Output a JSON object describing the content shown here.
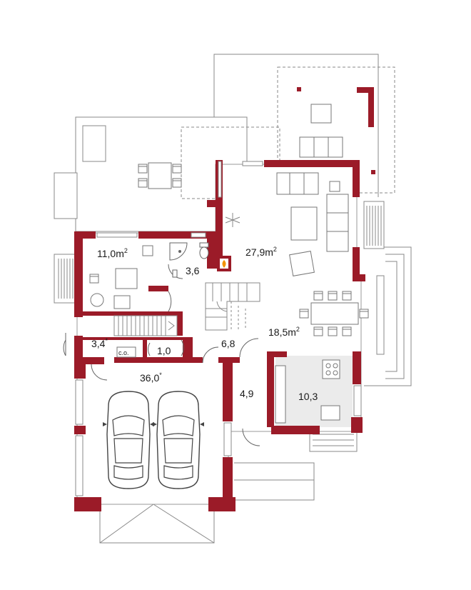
{
  "colors": {
    "wall": "#9b1b28",
    "outline": "#7a7a7a",
    "floor_tint": "#f2f2f2",
    "kitchen_tint": "#ebebeb",
    "fire": "#f39200"
  },
  "rooms": {
    "study": {
      "area": "11,0",
      "unit": "m",
      "sup": "2"
    },
    "bathroom": {
      "area": "3,6"
    },
    "living": {
      "area": "27,9",
      "unit": "m",
      "sup": "2"
    },
    "dining": {
      "area": "18,5",
      "unit": "m",
      "sup": "2"
    },
    "boiler": {
      "area": "3,4",
      "sup": "*"
    },
    "wc": {
      "area": "1,0"
    },
    "hall": {
      "area": "6,8"
    },
    "garage": {
      "area": "36,0",
      "sup": "*"
    },
    "vestibule": {
      "area": "4,9"
    },
    "kitchen": {
      "area": "10,3"
    },
    "co_label": "c.o."
  },
  "icons": {
    "car": "car-icon",
    "fireplace": "fireplace-icon",
    "toilet": "toilet-icon",
    "shower": "shower-icon",
    "stairs": "stairs-icon"
  }
}
